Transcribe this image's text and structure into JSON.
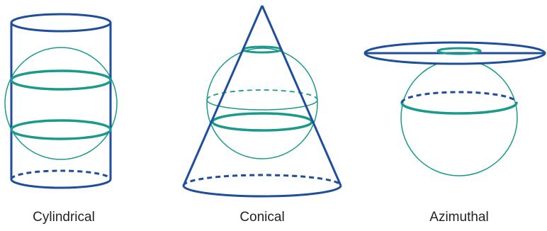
{
  "colors": {
    "surface": "#1f4e9a",
    "sphere": "#1a9a8a",
    "background": "#ffffff"
  },
  "projections": [
    {
      "id": "cylindrical",
      "label": "Cylindrical"
    },
    {
      "id": "conical",
      "label": "Conical"
    },
    {
      "id": "azimuthal",
      "label": "Azimuthal"
    }
  ]
}
